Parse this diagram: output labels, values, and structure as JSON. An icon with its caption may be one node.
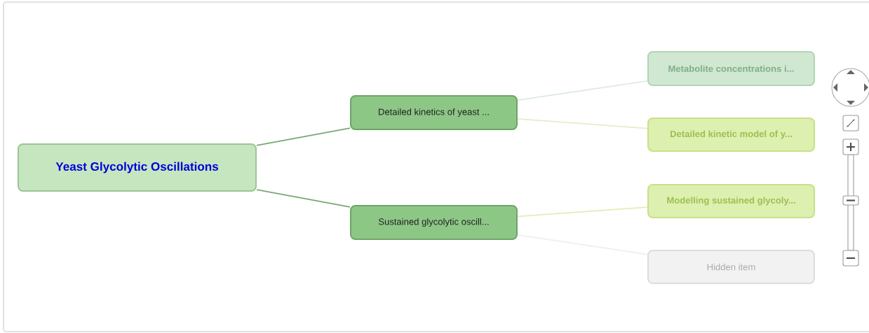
{
  "diagram": {
    "nodes": [
      {
        "text": [
          "Yeast Glycolytic Oscillations"
        ]
      },
      {
        "text": [
          "Detailed kinetics of yeast ..."
        ]
      },
      {
        "text": [
          "Sustained glycolytic oscill..."
        ]
      },
      {
        "text": [
          "Metabolite concentrations i..."
        ]
      },
      {
        "text": [
          "Detailed kinetic model of y..."
        ]
      },
      {
        "text": [
          "Modelling sustained glycoly..."
        ]
      },
      {
        "text": [
          "Hidden item"
        ]
      }
    ],
    "edges": [
      {
        "from": 0,
        "to": 1,
        "arrow": "none",
        "color": "#7aa874"
      },
      {
        "from": 0,
        "to": 2,
        "arrow": "none",
        "color": "#7aa874"
      },
      {
        "from": 1,
        "to": 3,
        "arrow": "none",
        "color": "#dbe8e4"
      },
      {
        "from": 1,
        "to": 4,
        "arrow": "none",
        "color": "#e4eec6"
      },
      {
        "from": 2,
        "to": 5,
        "arrow": "none",
        "color": "#e0eeb8"
      },
      {
        "from": 2,
        "to": 6,
        "arrow": "none",
        "color": "#eeeeee"
      }
    ]
  }
}
